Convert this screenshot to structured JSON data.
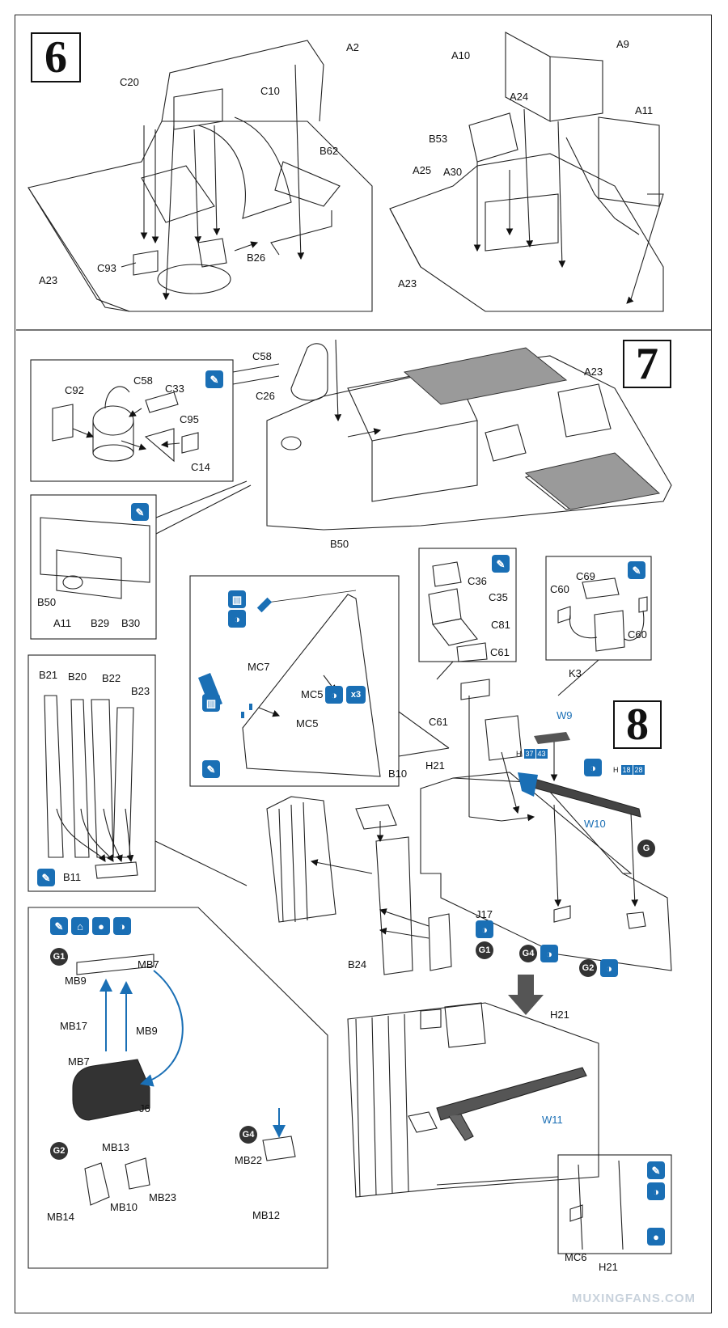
{
  "steps": {
    "s6": "6",
    "s7": "7",
    "s8": "8"
  },
  "step6_left": {
    "labels": {
      "A2": "A2",
      "C20": "C20",
      "C10": "C10",
      "B62": "B62",
      "C93": "C93",
      "B26": "B26",
      "A23": "A23"
    }
  },
  "step6_right": {
    "labels": {
      "A10": "A10",
      "A9": "A9",
      "A24": "A24",
      "A11": "A11",
      "B53": "B53",
      "A25": "A25",
      "A30": "A30",
      "A23": "A23"
    }
  },
  "step7": {
    "labels": {
      "C58": "C58",
      "C26": "C26",
      "A23": "A23",
      "B50": "B50"
    },
    "inset_c58": {
      "C92": "C92",
      "C58": "C58",
      "C33": "C33",
      "C95": "C95",
      "C14": "C14"
    },
    "inset_b50": {
      "B50": "B50",
      "A11": "A11",
      "B29": "B29",
      "B30": "B30"
    }
  },
  "step8": {
    "labels": {
      "C61": "C61",
      "W9": "W9",
      "W10": "W10",
      "B10": "B10",
      "H21": "H21",
      "J17": "J17",
      "B24": "B24",
      "H21b": "H21",
      "W11": "W11"
    },
    "g_labels": {
      "G": "G",
      "G1": "G1",
      "G4": "G4",
      "G2": "G2"
    },
    "h_codes": {
      "h1_a": "37",
      "h1_b": "43",
      "h2_a": "18",
      "h2_b": "28"
    },
    "inset_ammo": {
      "C36": "C36",
      "C35": "C35",
      "C81": "C81",
      "C61": "C61"
    },
    "inset_k3": {
      "C69": "C69",
      "C60a": "C60",
      "C60b": "C60",
      "K3": "K3"
    },
    "inset_mc": {
      "MC7": "MC7",
      "MC5a": "MC5",
      "MC5b": "MC5",
      "x3": "x3"
    },
    "inset_b21": {
      "B21": "B21",
      "B20": "B20",
      "B22": "B22",
      "B23": "B23",
      "B11": "B11"
    },
    "inset_g": {
      "G1": "G1",
      "MB7a": "MB7",
      "MB9a": "MB9",
      "MB17": "MB17",
      "MB9b": "MB9",
      "MB7b": "MB7",
      "J6": "J6",
      "G2": "G2",
      "MB13": "MB13",
      "MB23": "MB23",
      "MB14": "MB14",
      "MB10": "MB10",
      "G4": "G4",
      "MB22": "MB22",
      "MB12": "MB12"
    },
    "inset_mc6": {
      "MC6": "MC6",
      "H21": "H21"
    }
  },
  "watermark": "MUXINGFANS.COM"
}
